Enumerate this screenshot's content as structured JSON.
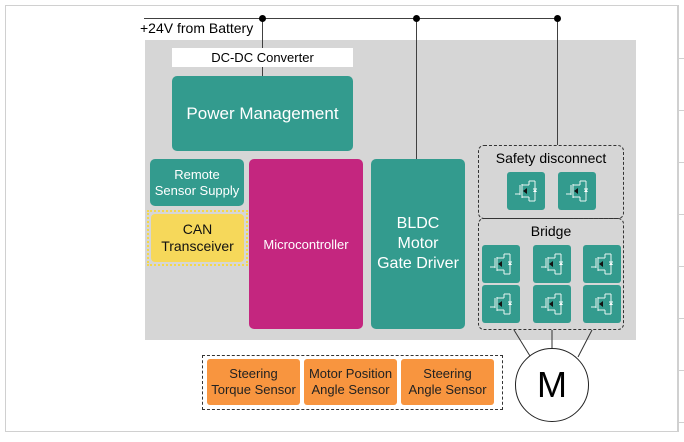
{
  "diagram": {
    "supply_label": "+24V from Battery",
    "dcdc_label": "DC-DC Converter",
    "power_management": "Power Management",
    "remote_sensor_supply": [
      "Remote",
      "Sensor Supply"
    ],
    "can_transceiver": [
      "CAN",
      "Transceiver"
    ],
    "microcontroller": "Microcontroller",
    "gate_driver": [
      "BLDC",
      "Motor",
      "Gate Driver"
    ],
    "safety_disconnect": {
      "title": "Safety disconnect",
      "fet_count": 2
    },
    "bridge": {
      "title": "Bridge",
      "fet_count": 6
    },
    "sensors": [
      {
        "line1": "Steering",
        "line2": "Torque Sensor"
      },
      {
        "line1": "Motor Position",
        "line2": "Angle Sensor"
      },
      {
        "line1": "Steering",
        "line2": "Angle Sensor"
      }
    ],
    "motor_label": "M"
  },
  "colors": {
    "teal": "#339b8e",
    "magenta": "#c4267f",
    "yellow": "#f6d85a",
    "orange": "#f8953f",
    "panel_gray": "#d6d6d6"
  }
}
